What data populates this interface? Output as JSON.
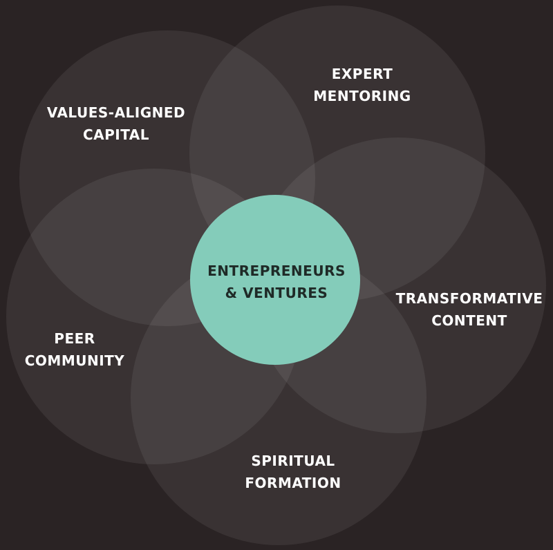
{
  "diagram": {
    "center": {
      "line1": "ENTREPRENEURS",
      "line2": "& VENTURES"
    },
    "petals": [
      {
        "id": "values-aligned-capital",
        "line1": "VALUES-ALIGNED",
        "line2": "CAPITAL"
      },
      {
        "id": "expert-mentoring",
        "line1": "EXPERT",
        "line2": "MENTORING"
      },
      {
        "id": "transformative-content",
        "line1": "TRANSFORMATIVE",
        "line2": "CONTENT"
      },
      {
        "id": "spiritual-formation",
        "line1": "SPIRITUAL",
        "line2": "FORMATION"
      },
      {
        "id": "peer-community",
        "line1": "PEER",
        "line2": "COMMUNITY"
      }
    ]
  },
  "colors": {
    "background": "#2a2324",
    "center_fill": "#84ccba",
    "petal_fill": "#ffffff",
    "label_text": "#ffffff",
    "center_text": "#1f2a27"
  }
}
